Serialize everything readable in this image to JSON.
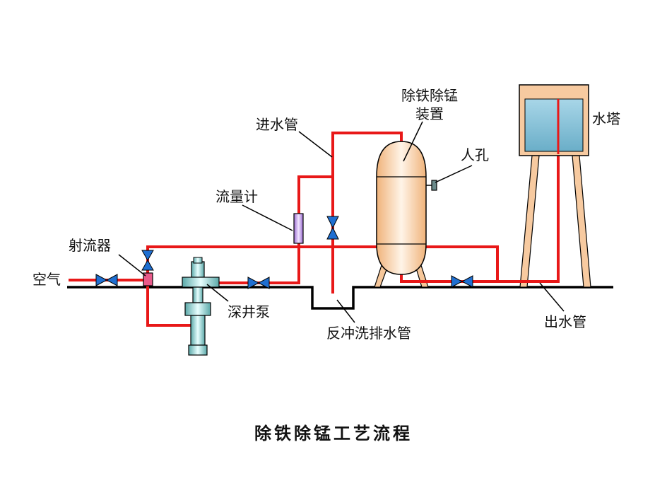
{
  "labels": {
    "inlet_pipe": "进水管",
    "iron_mn_device_line1": "除铁除锰",
    "iron_mn_device_line2": "装置",
    "manhole": "人孔",
    "water_tower": "水塔",
    "flow_meter": "流量计",
    "ejector": "射流器",
    "air": "空气",
    "deep_well_pump": "深井泵",
    "backwash_drain_pipe": "反冲洗排水管",
    "outlet_pipe": "出水管"
  },
  "caption": "除铁除锰工艺流程",
  "colors": {
    "pipe": "#e81818",
    "valve": "#1f6fd1",
    "tank": "#f6c79a",
    "tower_frame": "#f7caa0",
    "tower_water": "#86bfd6",
    "pump": "#86c8c8",
    "flow_meter": "#b58ae0",
    "ejector": "#e85a8a"
  },
  "icons": {
    "valve": "butterfly-valve-icon",
    "flow_meter": "flow-meter-icon",
    "ejector": "ejector-icon",
    "pump": "deep-well-pump-icon"
  }
}
